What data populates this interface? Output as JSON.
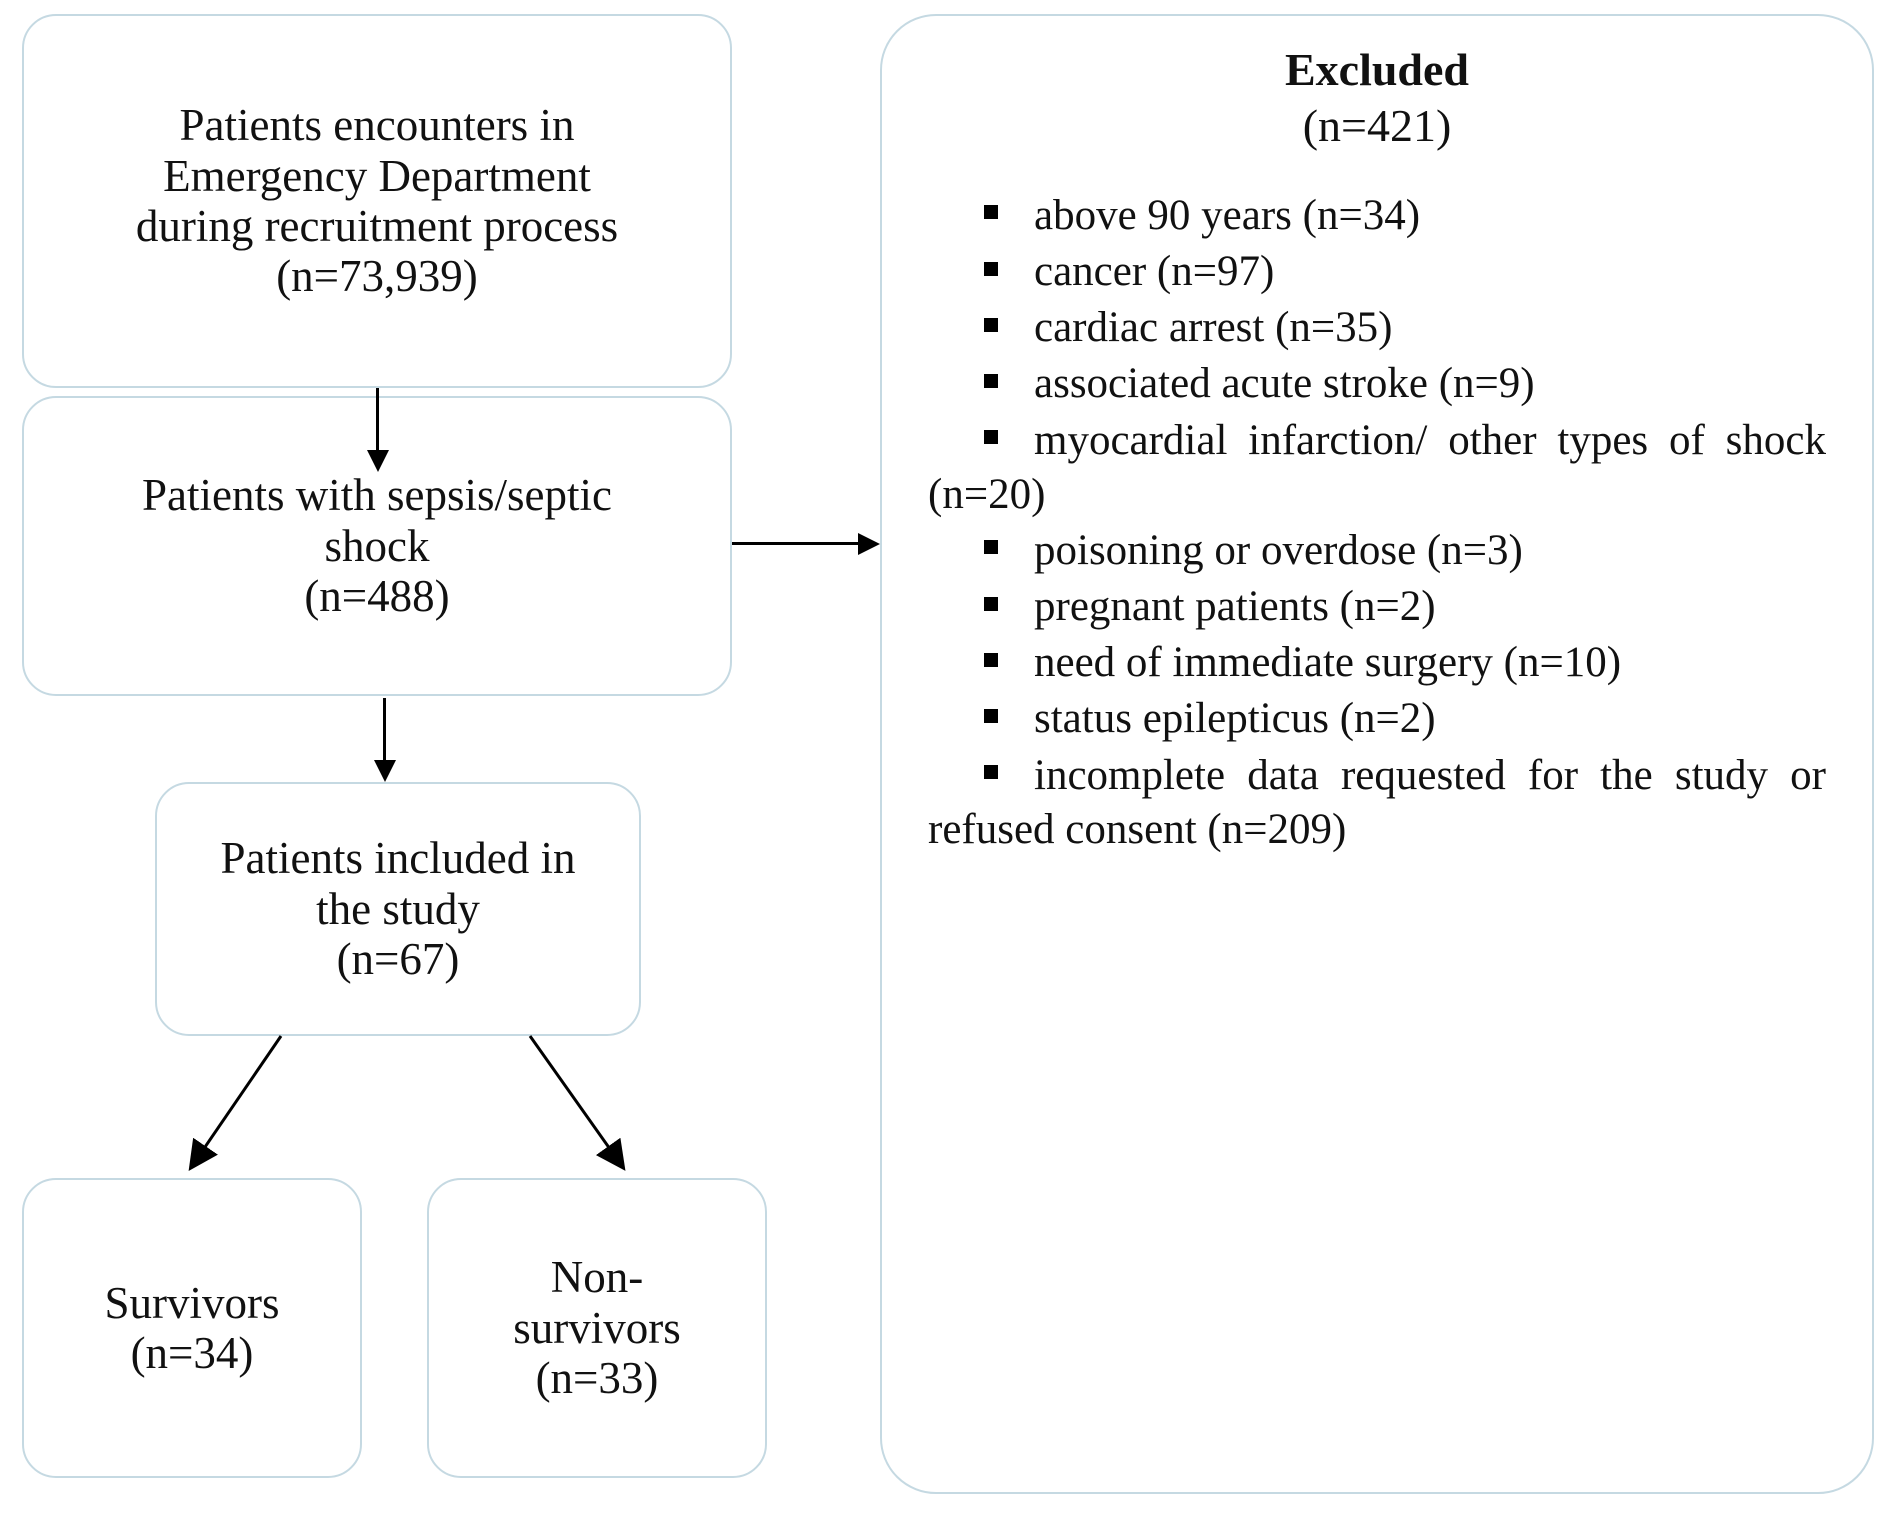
{
  "diagram": {
    "type": "flowchart",
    "title": "Patient recruitment and exclusion flow diagram",
    "colors": {
      "box_border": "#c5d9e2",
      "connector": "#000000",
      "text": "#111111",
      "background": "#ffffff"
    }
  },
  "nodes": {
    "encounters": {
      "lines": [
        "Patients encounters in",
        "Emergency Department",
        "during recruitment process",
        "(n=73,939)"
      ],
      "count": 73939
    },
    "sepsis": {
      "lines": [
        "Patients with sepsis/septic",
        "shock",
        "(n=488)"
      ],
      "count": 488
    },
    "included": {
      "lines": [
        "Patients included in",
        "the study",
        "(n=67)"
      ],
      "count": 67
    },
    "survivors": {
      "lines": [
        "Survivors",
        "(n=34)"
      ],
      "count": 34
    },
    "nonsurvivors": {
      "lines": [
        "Non-",
        "survivors",
        "(n=33)"
      ],
      "count": 33
    }
  },
  "excluded": {
    "title": "Excluded",
    "count_label": "(n=421)",
    "count": 421,
    "items": [
      {
        "text": "above 90 years (n=34)",
        "count": 34
      },
      {
        "text": "cancer (n=97)",
        "count": 97
      },
      {
        "text": "cardiac arrest (n=35)",
        "count": 35
      },
      {
        "text": "associated acute stroke (n=9)",
        "count": 9
      },
      {
        "text": "myocardial infarction/ other types of shock (n=20)",
        "count": 20
      },
      {
        "text": "poisoning or overdose (n=3)",
        "count": 3
      },
      {
        "text": "pregnant patients (n=2)",
        "count": 2
      },
      {
        "text": "need of immediate surgery (n=10)",
        "count": 10
      },
      {
        "text": "status epilepticus (n=2)",
        "count": 2
      },
      {
        "text": "incomplete data requested for the study or refused consent (n=209)",
        "count": 209
      }
    ]
  },
  "connectors": [
    {
      "name": "encounters-to-sepsis",
      "kind": "arrow-down"
    },
    {
      "name": "sepsis-to-excluded",
      "kind": "arrow-right"
    },
    {
      "name": "sepsis-to-included",
      "kind": "arrow-down"
    },
    {
      "name": "included-to-survivors",
      "kind": "arrow-diagonal-left"
    },
    {
      "name": "included-to-nonsurvivors",
      "kind": "arrow-diagonal-right"
    }
  ]
}
